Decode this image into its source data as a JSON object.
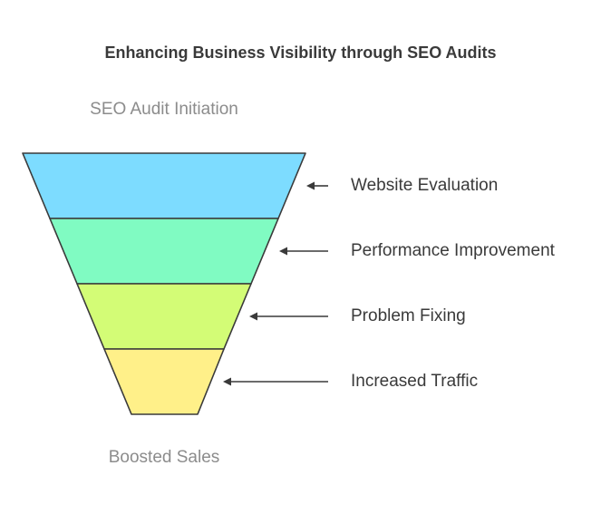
{
  "title": "Enhancing Business Visibility through SEO Audits",
  "top_label": "SEO Audit Initiation",
  "bottom_label": "Boosted Sales",
  "stages": [
    {
      "label": "Website Evaluation",
      "color": "#7ddcff"
    },
    {
      "label": "Performance Improvement",
      "color": "#80fbc2"
    },
    {
      "label": "Problem Fixing",
      "color": "#d3fc76"
    },
    {
      "label": "Increased Traffic",
      "color": "#fff089"
    }
  ],
  "colors": {
    "outline": "#3a3a3a",
    "arrow": "#3a3a3a"
  }
}
